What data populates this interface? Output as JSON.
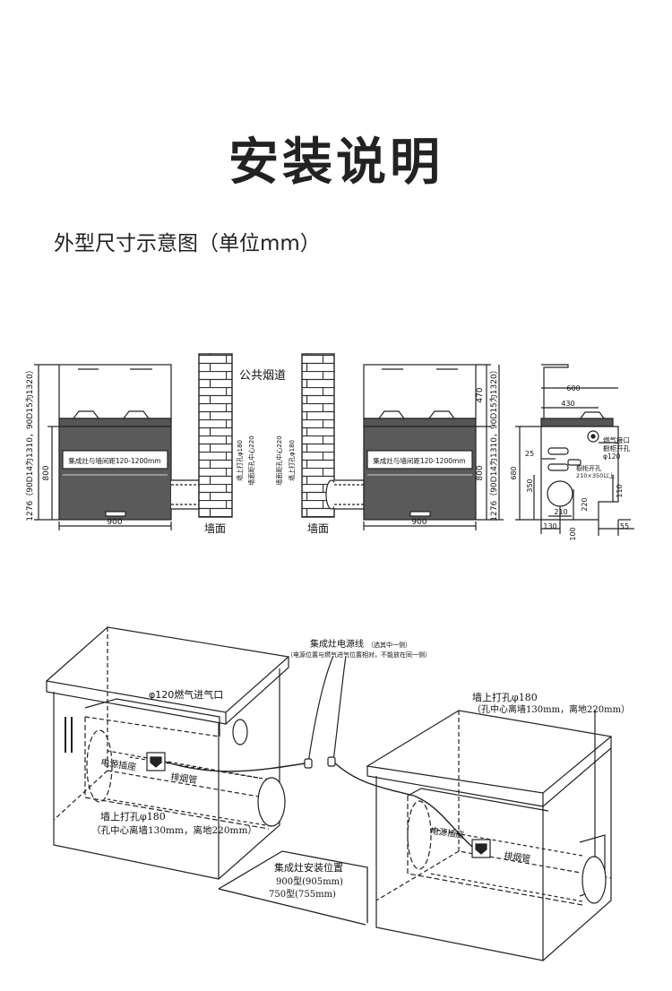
{
  "header": {
    "title": "安装说明",
    "subtitle": "外型尺寸示意图（单位mm）"
  },
  "elevation": {
    "flue_label": "公共烟道",
    "wall_label_left": "墙面",
    "wall_label_right": "墙面",
    "left_unit": {
      "dim_total": "1276（90D14为1310，90D15为1320）",
      "dim_body": "800",
      "dim_width": "900",
      "band_text": "集成灶与墙间距120-1200mm",
      "hole_text_a": "墙上打孔φ180",
      "hole_text_b": "墙面距孔中心220"
    },
    "right_unit": {
      "dim_top": "470",
      "dim_total": "1276（90D14为1310，90D15为1320）",
      "dim_body": "800",
      "dim_width": "900",
      "band_text": "集成灶与墙间距120-1200mm",
      "hole_text_a": "墙面距孔中心220",
      "hole_text_b": "墙上打孔φ180"
    },
    "side_view": {
      "dim_600": "600",
      "dim_430": "430",
      "dim_25": "25",
      "dim_350": "350",
      "dim_680": "680",
      "dim_220": "220",
      "dim_210": "210",
      "dim_130": "130",
      "dim_100": "100",
      "dim_110": "110",
      "dim_55": "55",
      "gas_inlet": "燃气接口",
      "cabinet_hole": "橱柜开孔",
      "gas_hole_size": "φ120",
      "cabinet_hole_2": "橱柜开孔",
      "cabinet_hole_size": "210×350以上"
    }
  },
  "perspective": {
    "power_cord_title": "集成灶电源线",
    "power_cord_note1": "（选其中一侧）",
    "power_cord_note2": "（电源位置与燃气进气位置相对，不能放在同一侧）",
    "gas_inlet_left": "φ120燃气进气口",
    "socket_left": "电源插座",
    "exhaust_left": "排烟管",
    "hole_left_1": "墙上打孔φ180",
    "hole_left_2": "（孔中心离墙130mm，离地220mm）",
    "hole_right_1": "墙上打孔φ180",
    "hole_right_2": "（孔中心离墙130mm，离地220mm）",
    "socket_right": "电源插座",
    "exhaust_right": "排烟管",
    "install_title": "集成灶安装位置",
    "install_900": "900型(905mm)",
    "install_750": "750型(755mm)"
  }
}
